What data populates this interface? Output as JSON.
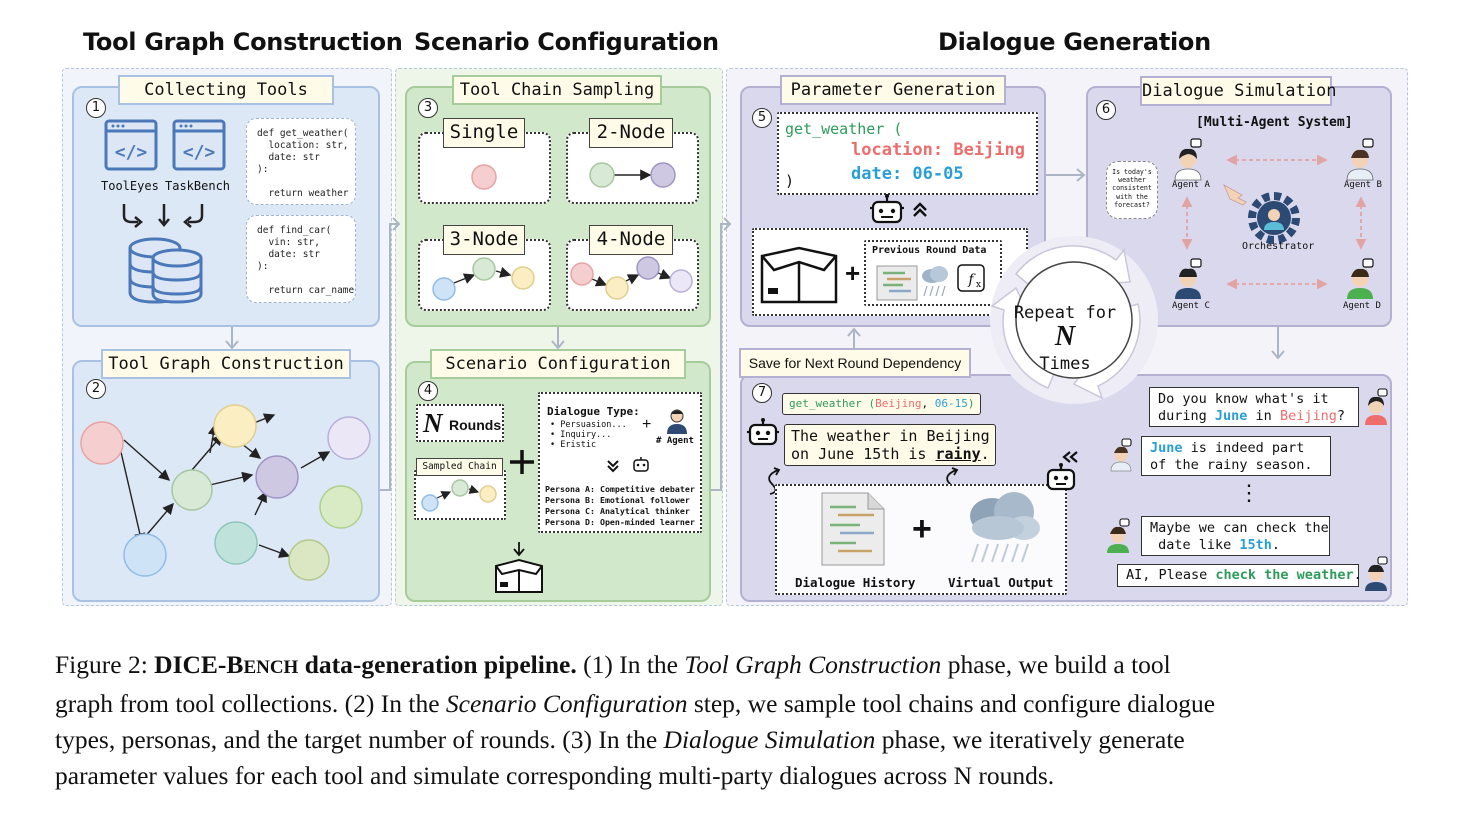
{
  "titles": {
    "tool_graph": "Tool Graph Construction",
    "scenario": "Scenario Configuration",
    "dialogue": "Dialogue Generation"
  },
  "step1": {
    "num": "1",
    "tag": "Collecting Tools",
    "tool_a": "ToolEyes",
    "tool_b": "TaskBench",
    "code_a": [
      "def get_weather(",
      "  location: str,",
      "  date: str",
      "):",
      "",
      "  return weather"
    ],
    "code_b": [
      "def find_car(",
      "  vin: str,",
      "  date: str",
      "):",
      "",
      "  return car_name"
    ]
  },
  "step2": {
    "num": "2",
    "tag": "Tool Graph Construction"
  },
  "step3": {
    "num": "3",
    "tag": "Tool Chain Sampling",
    "single": "Single",
    "two": "2-Node",
    "three": "3-Node",
    "four": "4-Node"
  },
  "step4": {
    "num": "4",
    "tag": "Scenario Configuration",
    "rounds_n": "N",
    "rounds": "Rounds",
    "sampled_chain": "Sampled Chain",
    "dialogue_type": "Dialogue Type:",
    "types": [
      "• Persuasion...",
      "• Inquiry...",
      "• Eristic"
    ],
    "agent": "# Agent",
    "personas": [
      "Persona A: Competitive debater",
      "Persona B: Emotional follower",
      "Persona C: Analytical thinker",
      "Persona D: Open-minded learner"
    ]
  },
  "step5": {
    "num": "5",
    "tag": "Parameter Generation",
    "fn": "get_weather (",
    "loc": "location: Beijing",
    "date": "date: 06-05",
    "close": ")",
    "prev": "Previous Round Data",
    "fx": "fx"
  },
  "step6": {
    "num": "6",
    "tag": "Dialogue Simulation",
    "mas": "[Multi-Agent System]",
    "question": [
      "Is today's",
      "weather",
      "consistent",
      "with the",
      "forecast?"
    ],
    "agents": [
      "Agent A",
      "Agent B",
      "Agent C",
      "Agent D"
    ],
    "orchestrator": "Orchestrator"
  },
  "repeat": {
    "line1": "Repeat for",
    "n": "N",
    "line3": "Times"
  },
  "step7": {
    "num": "7",
    "save": "Save for Next Round Dependency",
    "call_fn": "get_weather (",
    "call_a": "Beijing",
    "call_sep": ", ",
    "call_b": "06-15",
    "call_close": ")",
    "answer_1": "The weather in Beijing",
    "answer_2a": "on June 15th is ",
    "answer_2b": "rainy",
    "answer_2c": ".",
    "history": "Dialogue History",
    "virtual": "Virtual Output"
  },
  "chat": {
    "m1a": "Do you know what's it",
    "m1b": "during ",
    "m1c": "June",
    "m1d": " in ",
    "m1e": "Beijing",
    "m1f": "?",
    "m2a": "June",
    "m2b": " is indeed part",
    "m2c": "of the rainy season.",
    "dots": "⋮",
    "m3a": "Maybe we can check the",
    "m3b": " date like ",
    "m3c": "15th",
    "m3d": ".",
    "m4a": "AI, Please ",
    "m4b": "check the weather",
    "m4c": "."
  },
  "caption": {
    "fig": "Figure 2: ",
    "name_a": "DICE-B",
    "name_b": "ENCH",
    "name_c": " data-generation pipeline.",
    "s1": " (1) In the ",
    "s1i": "Tool Graph Construction",
    "s1b": " phase, we build a tool",
    "l2a": "graph from tool collections. (2) In the ",
    "l2i": "Scenario Configuration",
    "l2b": " step, we sample tool chains and configure dialogue",
    "l3a": "types, personas, and the target number of rounds. (3) In the ",
    "l3i": "Dialogue Simulation",
    "l3b": " phase, we iteratively generate",
    "l4": "parameter values for each tool and simulate corresponding multi-party dialogues across N rounds."
  },
  "colors": {
    "blue_panel": "#e6eef8",
    "green_panel": "#e1efdb",
    "purple_panel": "#e9e8f4",
    "red": "#ef6c6c",
    "blue": "#2a9fd6",
    "green": "#2e9b5b"
  }
}
